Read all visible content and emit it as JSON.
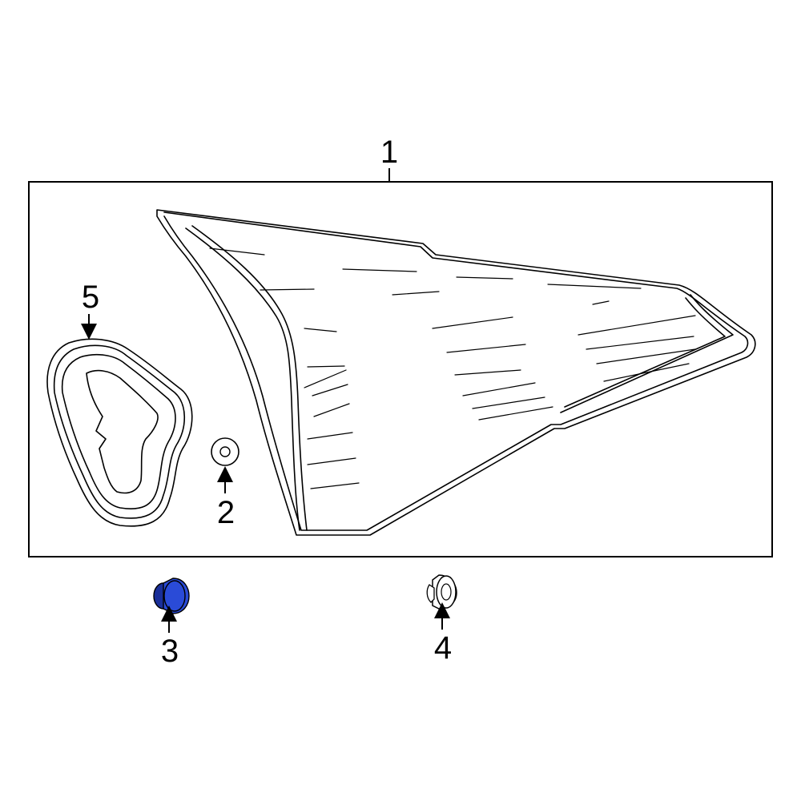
{
  "diagram": {
    "callouts": [
      {
        "id": "1",
        "label": "1"
      },
      {
        "id": "2",
        "label": "2"
      },
      {
        "id": "3",
        "label": "3"
      },
      {
        "id": "4",
        "label": "4"
      },
      {
        "id": "5",
        "label": "5"
      }
    ],
    "colors": {
      "line": "#000000",
      "background": "#ffffff",
      "highlight_part": "#2a4bd7",
      "highlight_part_dark": "#1a2f99"
    },
    "highlighted_part": "3"
  }
}
